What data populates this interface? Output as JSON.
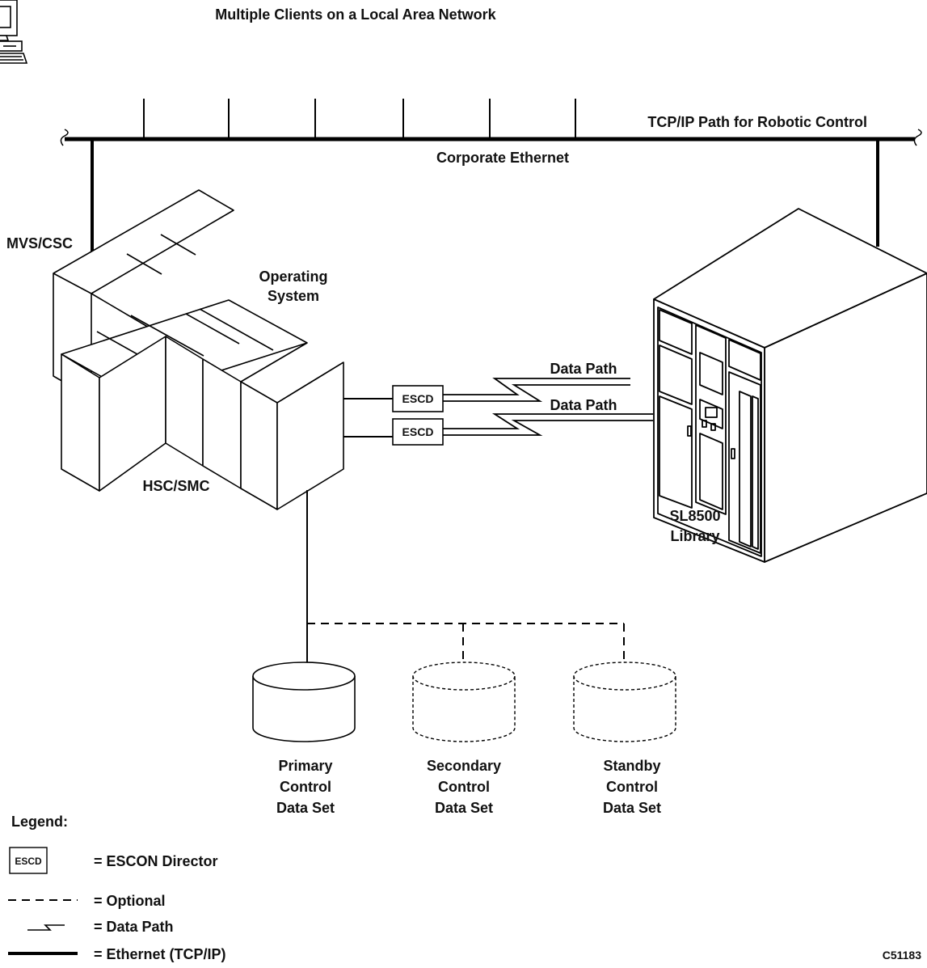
{
  "title": "Multiple Clients on a Local Area Network",
  "network": {
    "tcpip_label": "TCP/IP Path for Robotic Control",
    "ethernet_label": "Corporate Ethernet"
  },
  "hosts": {
    "mvs_label": "MVS/CSC",
    "os_line1": "Operating",
    "os_line2": "System",
    "hsc_label": "HSC/SMC"
  },
  "escd": {
    "box1": "ESCD",
    "box2": "ESCD"
  },
  "paths": {
    "data_path_1": "Data Path",
    "data_path_2": "Data Path"
  },
  "library": {
    "line1": "SL8500",
    "line2": "Library"
  },
  "datasets": [
    {
      "line1": "Primary",
      "line2": "Control",
      "line3": "Data Set"
    },
    {
      "line1": "Secondary",
      "line2": "Control",
      "line3": "Data Set"
    },
    {
      "line1": "Standby",
      "line2": "Control",
      "line3": "Data Set"
    }
  ],
  "legend": {
    "heading": "Legend:",
    "escd_box": "ESCD",
    "escd_desc": "= ESCON Director",
    "optional_desc": "= Optional",
    "datapath_desc": "= Data Path",
    "ethernet_desc": "= Ethernet (TCP/IP)"
  },
  "figure_id": "C51183"
}
